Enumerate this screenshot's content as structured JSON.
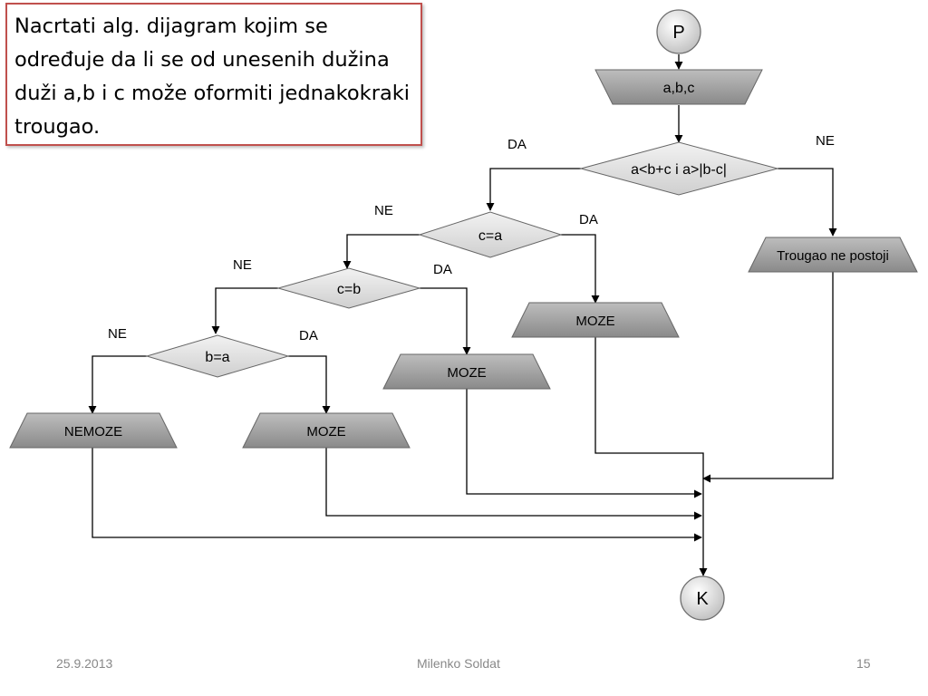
{
  "task": {
    "lines": [
      "Nacrtati alg. dijagram kojim se",
      "određuje da li se od unesenih dužina",
      "duži a,b i c može oformiti jednakokraki",
      "trougao."
    ]
  },
  "flowchart": {
    "start": "P",
    "input": "a,b,c",
    "cond_main": "a<b+c i a>|b-c|",
    "cond_ca": "c=a",
    "cond_cb": "c=b",
    "cond_ba": "b=a",
    "out_not_exist": "Trougao ne postoji",
    "out_moze_1": "MOZE",
    "out_moze_2": "MOZE",
    "out_moze_3": "MOZE",
    "out_nemoze": "NEMOZE",
    "end": "K",
    "labels": {
      "main_da": "DA",
      "main_ne": "NE",
      "ca_ne": "NE",
      "ca_da": "DA",
      "cb_ne": "NE",
      "cb_da": "DA",
      "ba_ne": "NE",
      "ba_da": "DA"
    }
  },
  "footer": {
    "date": "25.9.2013",
    "author": "Milenko Soldat",
    "page": "15"
  },
  "colors": {
    "task_border": "#c0504d",
    "shape_dark": "#8c8c8c",
    "shape_light": "#e8e8e8",
    "line": "#000000",
    "footer_text": "#888888"
  }
}
